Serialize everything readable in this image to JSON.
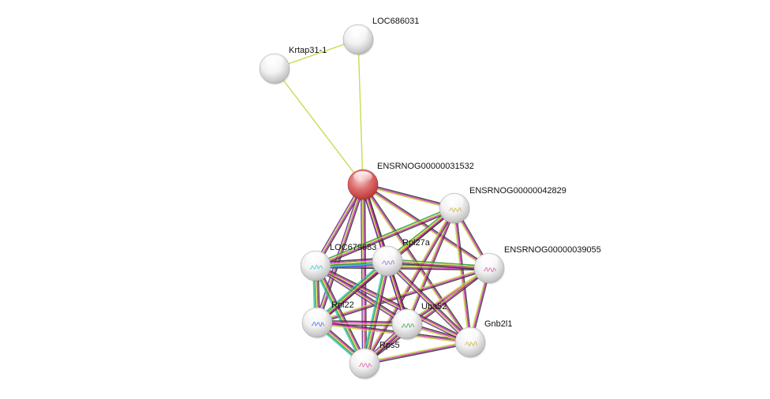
{
  "network": {
    "colors": {
      "query_node": "#cf4f4f",
      "node": "#dcdcdc",
      "edge_palette": [
        "#333333",
        "#d32ab6",
        "#c7d63c",
        "#2c9b3c",
        "#31c3c9",
        "#3b59ff",
        "#6a2ba0"
      ]
    },
    "nodes": [
      {
        "id": "LOC686031",
        "label": "LOC686031",
        "query": false
      },
      {
        "id": "Krtap31-1",
        "label": "Krtap31-1",
        "query": false
      },
      {
        "id": "ENSRNOG00000031532",
        "label": "ENSRNOG00000031532",
        "query": true
      },
      {
        "id": "ENSRNOG00000042829",
        "label": "ENSRNOG00000042829",
        "query": false,
        "structure": true
      },
      {
        "id": "ENSRNOG00000039055",
        "label": "ENSRNOG00000039055",
        "query": false,
        "structure": true
      },
      {
        "id": "LOC679683",
        "label": "LOC679683",
        "query": false,
        "structure": true
      },
      {
        "id": "Rpl27a",
        "label": "Rpl27a",
        "query": false,
        "structure": true
      },
      {
        "id": "Rpl22",
        "label": "Rpl22",
        "query": false,
        "structure": true
      },
      {
        "id": "Uba52",
        "label": "Uba52",
        "query": false,
        "structure": true
      },
      {
        "id": "Gnb2l1",
        "label": "Gnb2l1",
        "query": false,
        "structure": true
      },
      {
        "id": "Rps5",
        "label": "Rps5",
        "query": false,
        "structure": true
      }
    ],
    "edges": [
      {
        "source": "Krtap31-1",
        "target": "LOC686031",
        "colors": [
          "#c7d63c"
        ]
      },
      {
        "source": "Krtap31-1",
        "target": "ENSRNOG00000031532",
        "colors": [
          "#c7d63c"
        ]
      },
      {
        "source": "LOC686031",
        "target": "ENSRNOG00000031532",
        "colors": [
          "#c7d63c"
        ]
      },
      {
        "source": "ENSRNOG00000031532",
        "target": "ENSRNOG00000042829",
        "colors": [
          "#333333",
          "#d32ab6",
          "#c7d63c"
        ]
      },
      {
        "source": "ENSRNOG00000031532",
        "target": "ENSRNOG00000039055",
        "colors": [
          "#333333",
          "#d32ab6",
          "#c7d63c"
        ]
      },
      {
        "source": "ENSRNOG00000031532",
        "target": "LOC679683",
        "colors": [
          "#333333",
          "#d32ab6",
          "#c7d63c",
          "#6a2ba0"
        ]
      },
      {
        "source": "ENSRNOG00000031532",
        "target": "Rpl27a",
        "colors": [
          "#333333",
          "#d32ab6",
          "#c7d63c",
          "#6a2ba0"
        ]
      },
      {
        "source": "ENSRNOG00000031532",
        "target": "Rpl22",
        "colors": [
          "#333333",
          "#d32ab6",
          "#c7d63c",
          "#6a2ba0"
        ]
      },
      {
        "source": "ENSRNOG00000031532",
        "target": "Uba52",
        "colors": [
          "#333333",
          "#d32ab6",
          "#c7d63c",
          "#6a2ba0"
        ]
      },
      {
        "source": "ENSRNOG00000031532",
        "target": "Gnb2l1",
        "colors": [
          "#333333",
          "#d32ab6",
          "#c7d63c"
        ]
      },
      {
        "source": "ENSRNOG00000031532",
        "target": "Rps5",
        "colors": [
          "#333333",
          "#d32ab6",
          "#c7d63c",
          "#6a2ba0"
        ]
      },
      {
        "source": "ENSRNOG00000042829",
        "target": "ENSRNOG00000039055",
        "colors": [
          "#333333",
          "#d32ab6",
          "#c7d63c"
        ]
      },
      {
        "source": "ENSRNOG00000042829",
        "target": "LOC679683",
        "colors": [
          "#333333",
          "#d32ab6",
          "#c7d63c",
          "#2c9b3c"
        ]
      },
      {
        "source": "ENSRNOG00000042829",
        "target": "Rpl27a",
        "colors": [
          "#333333",
          "#d32ab6",
          "#c7d63c",
          "#2c9b3c"
        ]
      },
      {
        "source": "ENSRNOG00000042829",
        "target": "Rpl22",
        "colors": [
          "#333333",
          "#d32ab6",
          "#c7d63c"
        ]
      },
      {
        "source": "ENSRNOG00000042829",
        "target": "Uba52",
        "colors": [
          "#333333",
          "#d32ab6",
          "#c7d63c"
        ]
      },
      {
        "source": "ENSRNOG00000042829",
        "target": "Gnb2l1",
        "colors": [
          "#333333",
          "#d32ab6",
          "#c7d63c"
        ]
      },
      {
        "source": "ENSRNOG00000042829",
        "target": "Rps5",
        "colors": [
          "#333333",
          "#d32ab6",
          "#c7d63c"
        ]
      },
      {
        "source": "ENSRNOG00000039055",
        "target": "LOC679683",
        "colors": [
          "#333333",
          "#d32ab6",
          "#c7d63c",
          "#2c9b3c"
        ]
      },
      {
        "source": "ENSRNOG00000039055",
        "target": "Rpl27a",
        "colors": [
          "#333333",
          "#d32ab6",
          "#c7d63c",
          "#2c9b3c"
        ]
      },
      {
        "source": "ENSRNOG00000039055",
        "target": "Rpl22",
        "colors": [
          "#333333",
          "#d32ab6",
          "#c7d63c"
        ]
      },
      {
        "source": "ENSRNOG00000039055",
        "target": "Uba52",
        "colors": [
          "#333333",
          "#d32ab6",
          "#c7d63c"
        ]
      },
      {
        "source": "ENSRNOG00000039055",
        "target": "Gnb2l1",
        "colors": [
          "#333333",
          "#d32ab6",
          "#c7d63c"
        ]
      },
      {
        "source": "ENSRNOG00000039055",
        "target": "Rps5",
        "colors": [
          "#333333",
          "#d32ab6",
          "#c7d63c"
        ]
      },
      {
        "source": "LOC679683",
        "target": "Rpl27a",
        "colors": [
          "#333333",
          "#d32ab6",
          "#c7d63c",
          "#2c9b3c",
          "#31c3c9",
          "#3b59ff"
        ]
      },
      {
        "source": "LOC679683",
        "target": "Rpl22",
        "colors": [
          "#333333",
          "#d32ab6",
          "#c7d63c",
          "#2c9b3c",
          "#31c3c9"
        ]
      },
      {
        "source": "LOC679683",
        "target": "Uba52",
        "colors": [
          "#333333",
          "#d32ab6",
          "#c7d63c",
          "#6a2ba0"
        ]
      },
      {
        "source": "LOC679683",
        "target": "Gnb2l1",
        "colors": [
          "#333333",
          "#d32ab6",
          "#c7d63c",
          "#6a2ba0"
        ]
      },
      {
        "source": "LOC679683",
        "target": "Rps5",
        "colors": [
          "#333333",
          "#d32ab6",
          "#c7d63c",
          "#2c9b3c",
          "#31c3c9"
        ]
      },
      {
        "source": "Rpl27a",
        "target": "Rpl22",
        "colors": [
          "#333333",
          "#d32ab6",
          "#c7d63c",
          "#2c9b3c",
          "#31c3c9"
        ]
      },
      {
        "source": "Rpl27a",
        "target": "Uba52",
        "colors": [
          "#333333",
          "#d32ab6",
          "#c7d63c",
          "#6a2ba0"
        ]
      },
      {
        "source": "Rpl27a",
        "target": "Gnb2l1",
        "colors": [
          "#333333",
          "#d32ab6",
          "#c7d63c",
          "#6a2ba0"
        ]
      },
      {
        "source": "Rpl27a",
        "target": "Rps5",
        "colors": [
          "#333333",
          "#d32ab6",
          "#c7d63c",
          "#2c9b3c",
          "#31c3c9"
        ]
      },
      {
        "source": "Rpl22",
        "target": "Uba52",
        "colors": [
          "#333333",
          "#d32ab6",
          "#c7d63c",
          "#6a2ba0"
        ]
      },
      {
        "source": "Rpl22",
        "target": "Gnb2l1",
        "colors": [
          "#333333",
          "#d32ab6",
          "#c7d63c"
        ]
      },
      {
        "source": "Rpl22",
        "target": "Rps5",
        "colors": [
          "#333333",
          "#d32ab6",
          "#c7d63c",
          "#2c9b3c",
          "#31c3c9"
        ]
      },
      {
        "source": "Uba52",
        "target": "Gnb2l1",
        "colors": [
          "#333333",
          "#d32ab6",
          "#c7d63c"
        ]
      },
      {
        "source": "Uba52",
        "target": "Rps5",
        "colors": [
          "#333333",
          "#d32ab6",
          "#c7d63c",
          "#6a2ba0"
        ]
      },
      {
        "source": "Gnb2l1",
        "target": "Rps5",
        "colors": [
          "#333333",
          "#d32ab6",
          "#c7d63c"
        ]
      }
    ]
  }
}
